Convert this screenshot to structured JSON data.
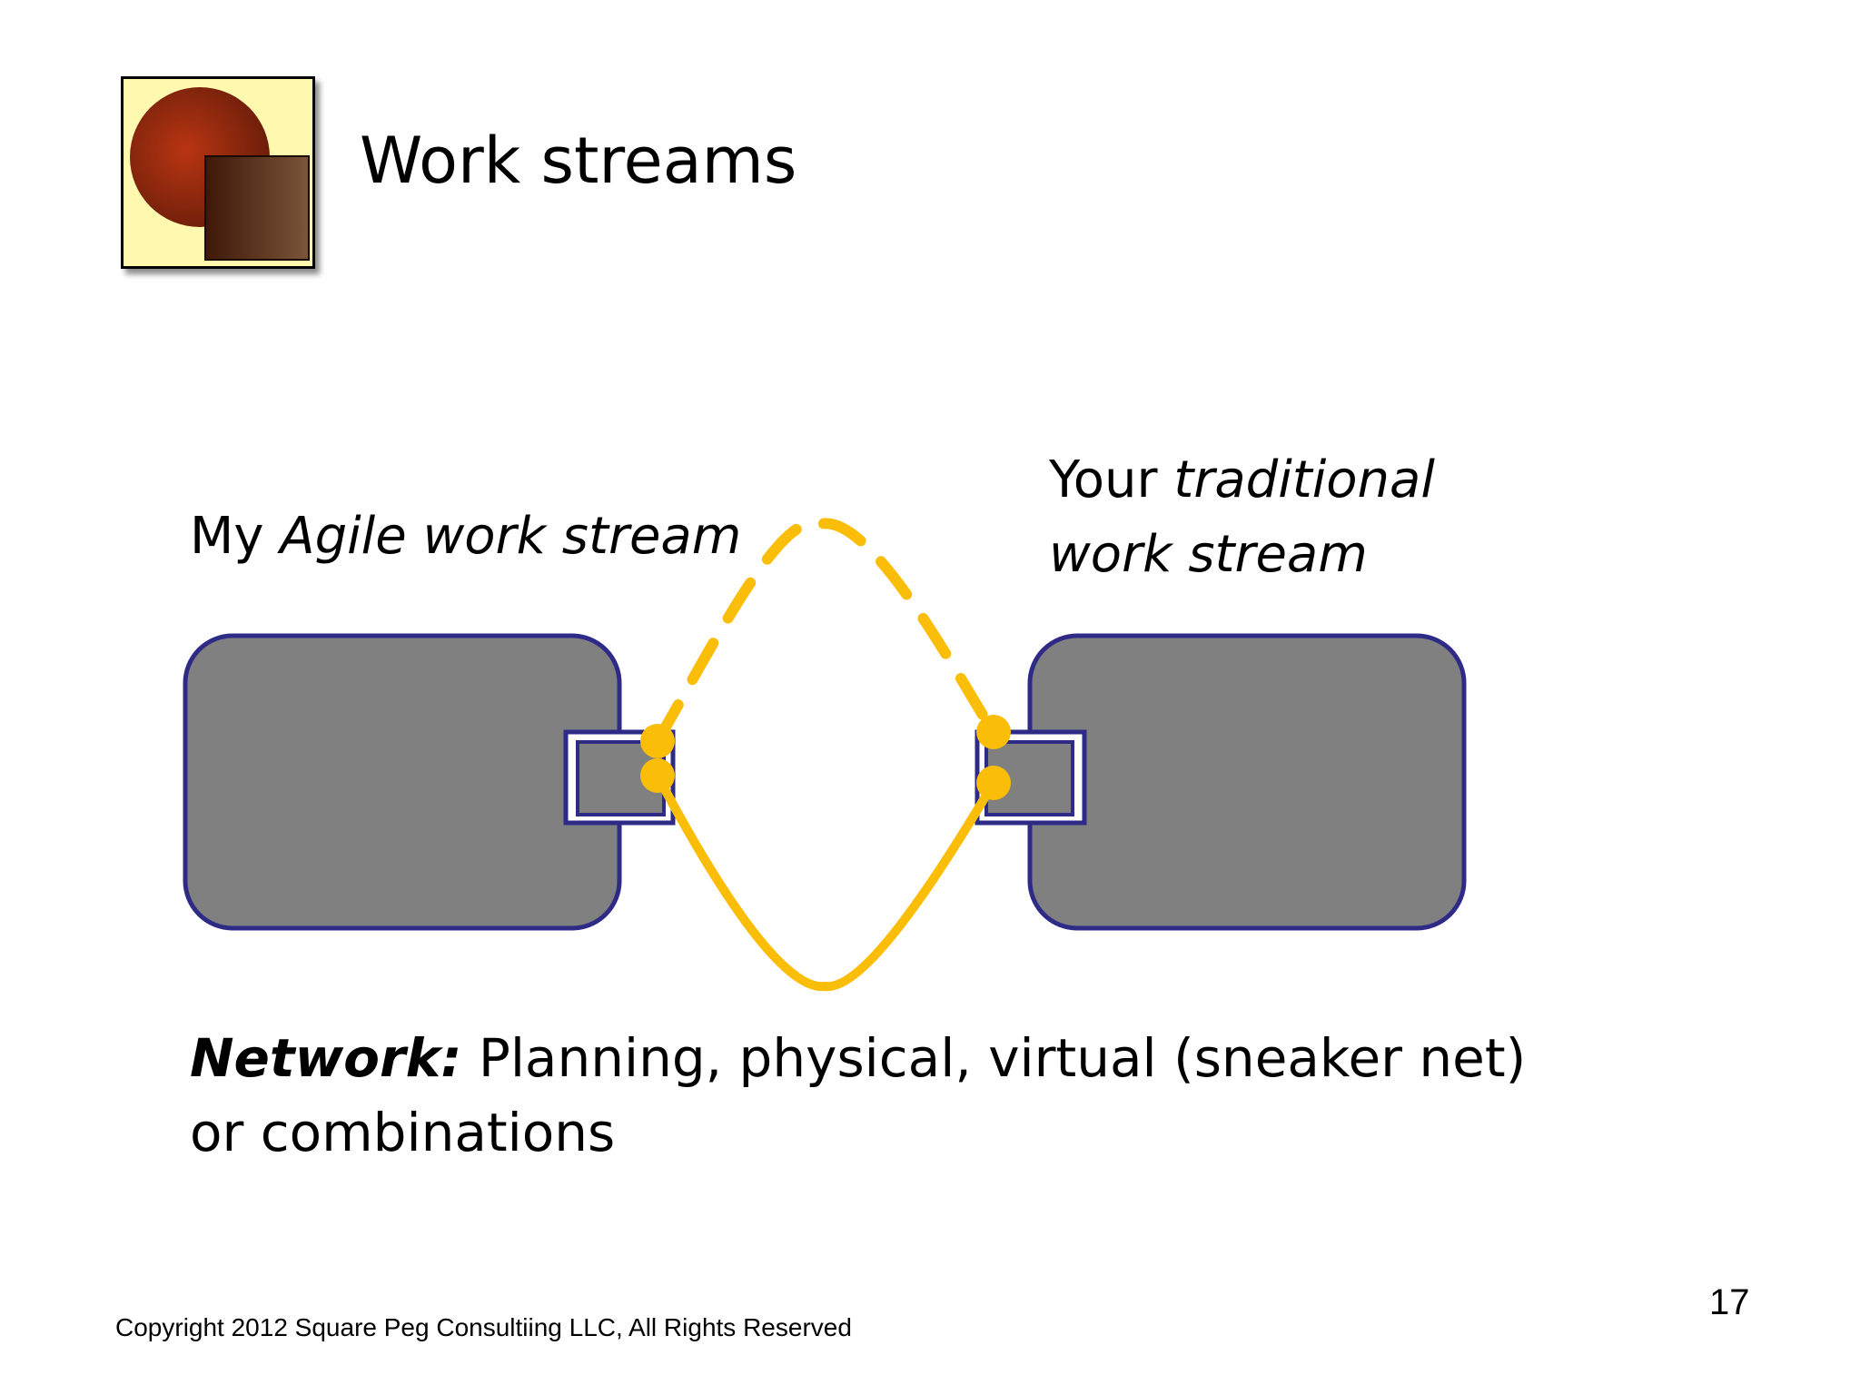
{
  "slide": {
    "title": "Work streams",
    "page_number": "17",
    "copyright": "Copyright 2012 Square Peg Consultiing LLC, All Rights Reserved"
  },
  "diagram": {
    "left_label": {
      "prefix": "My ",
      "italic": "Agile work stream"
    },
    "right_label": {
      "line1_prefix": "Your ",
      "line1_italic": "traditional",
      "line2_italic": "work stream"
    }
  },
  "network": {
    "bold_label": "Network:",
    "line1_rest": " Planning, physical, virtual (sneaker net)",
    "line2": "or combinations"
  },
  "colors": {
    "box_fill": "#808080",
    "box_border": "#2e2b87",
    "link_color": "#fbbe08",
    "logo_background": "#fff9b0"
  }
}
